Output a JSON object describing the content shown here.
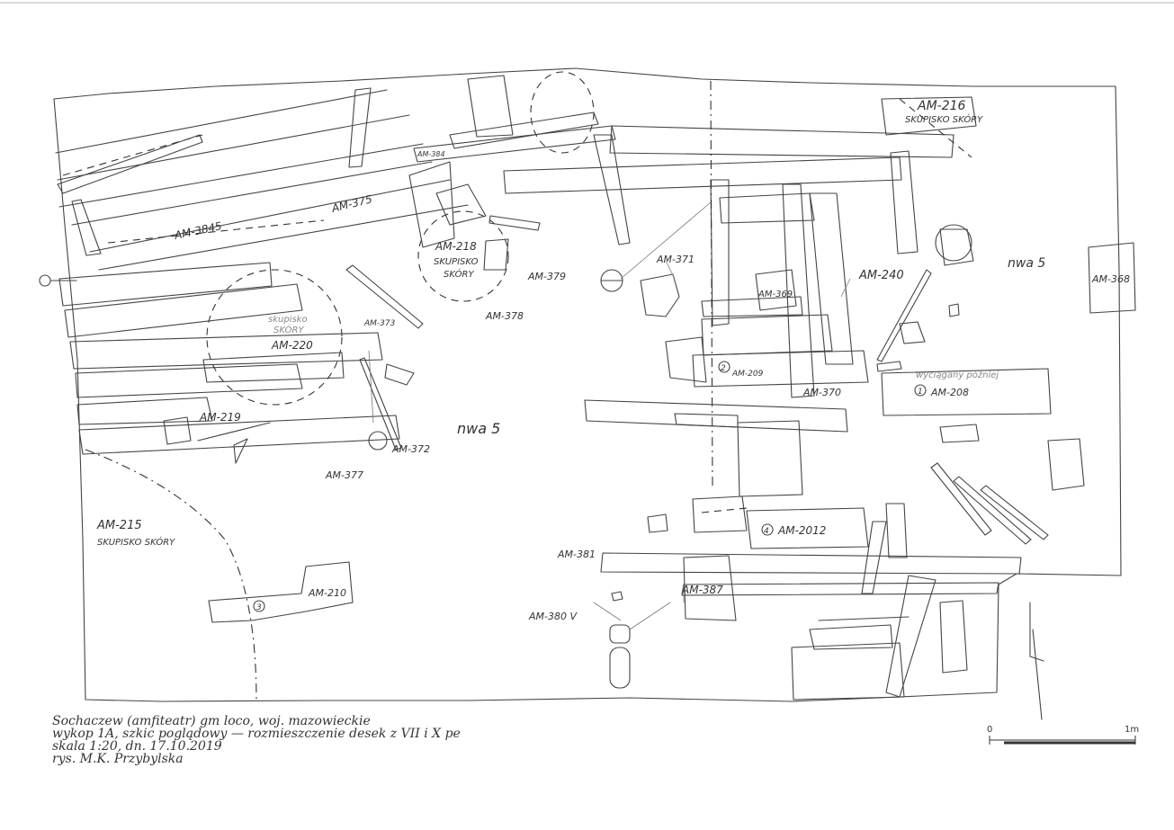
{
  "labels": {
    "am216": "AM-216",
    "skup216": "SKUPISKO SKÓRY",
    "am384": "AM-384",
    "am375": "AM-375",
    "am3845": "AM-3845",
    "am218": "AM-218",
    "skup218a": "SKUPISKO",
    "skup218b": "SKÓRY",
    "am379": "AM-379",
    "am378": "AM-378",
    "am371": "AM-371",
    "am369": "AM-369",
    "am240": "AM-240",
    "nwa5_right": "nwa 5",
    "am368": "AM-368",
    "skup220a": "skupisko",
    "skup220b": "SKÓRY",
    "am220": "AM-220",
    "am373": "AM-373",
    "am209": "AM-209",
    "am370": "AM-370",
    "wyciagany": "wyciągany później",
    "am208": "AM-208",
    "am219": "AM-219",
    "nwa5_center": "nwa 5",
    "am372": "AM-372",
    "am377": "AM-377",
    "am215": "AM-215",
    "skup215": "SKUPISKO SKÓRY",
    "am2012": "AM-2012",
    "am381": "AM-381",
    "am387": "AM-387",
    "am210": "AM-210",
    "am380": "AM-380 V"
  },
  "markers": {
    "m4": "4",
    "m2": "2",
    "m1": "1",
    "m3": "3"
  },
  "caption": {
    "line1": "Sochaczew (amfiteatr) gm loco, woj. mazowieckie",
    "line2": "wykop 1A, szkic poglądowy — rozmieszczenie desek z VII i X pe",
    "line3": "skala 1:20, dn. 17.10.2019",
    "line4": "rys. M.K. Przybylska"
  },
  "scale": {
    "start": "0",
    "end": "1m"
  }
}
